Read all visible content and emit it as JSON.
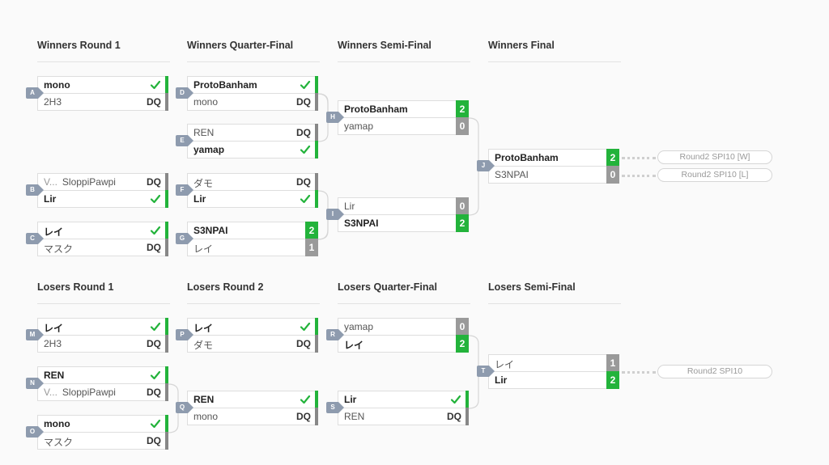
{
  "bracket": {
    "winners_rounds": [
      "Winners Round 1",
      "Winners Quarter-Final",
      "Winners Semi-Final",
      "Winners Final"
    ],
    "losers_rounds": [
      "Losers Round 1",
      "Losers Round 2",
      "Losers Quarter-Final",
      "Losers Semi-Final"
    ],
    "winners_matches": [
      {
        "id": "A",
        "p1": {
          "name": "mono",
          "result": "check",
          "win": true
        },
        "p2": {
          "name": "2H3",
          "result": "DQ",
          "win": false
        }
      },
      {
        "id": "D",
        "p1": {
          "name": "ProtoBanham",
          "result": "check",
          "win": true
        },
        "p2": {
          "name": "mono",
          "result": "DQ",
          "win": false
        }
      },
      {
        "id": "E",
        "p1": {
          "name": "REN",
          "result": "DQ",
          "win": false
        },
        "p2": {
          "name": "yamap",
          "result": "check",
          "win": true
        }
      },
      {
        "id": "B",
        "p1": {
          "prefix": "V...",
          "name": "SloppiPawpi",
          "result": "DQ",
          "win": false
        },
        "p2": {
          "name": "Lir",
          "result": "check",
          "win": true
        }
      },
      {
        "id": "F",
        "p1": {
          "name": "ダモ",
          "result": "DQ",
          "win": false
        },
        "p2": {
          "name": "Lir",
          "result": "check",
          "win": true
        }
      },
      {
        "id": "C",
        "p1": {
          "name": "レイ",
          "result": "check",
          "win": true
        },
        "p2": {
          "name": "マスク",
          "result": "DQ",
          "win": false
        }
      },
      {
        "id": "G",
        "p1": {
          "name": "S3NPAI",
          "result": "2",
          "win": true
        },
        "p2": {
          "name": "レイ",
          "result": "1",
          "win": false
        }
      },
      {
        "id": "H",
        "p1": {
          "name": "ProtoBanham",
          "result": "2",
          "win": true
        },
        "p2": {
          "name": "yamap",
          "result": "0",
          "win": false
        }
      },
      {
        "id": "I",
        "p1": {
          "name": "Lir",
          "result": "0",
          "win": false
        },
        "p2": {
          "name": "S3NPAI",
          "result": "2",
          "win": true
        }
      },
      {
        "id": "J",
        "p1": {
          "name": "ProtoBanham",
          "result": "2",
          "win": true
        },
        "p2": {
          "name": "S3NPAI",
          "result": "0",
          "win": false
        }
      }
    ],
    "losers_matches": [
      {
        "id": "M",
        "p1": {
          "name": "レイ",
          "result": "check",
          "win": true
        },
        "p2": {
          "name": "2H3",
          "result": "DQ",
          "win": false
        }
      },
      {
        "id": "P",
        "p1": {
          "name": "レイ",
          "result": "check",
          "win": true
        },
        "p2": {
          "name": "ダモ",
          "result": "DQ",
          "win": false
        }
      },
      {
        "id": "N",
        "p1": {
          "name": "REN",
          "result": "check",
          "win": true
        },
        "p2": {
          "prefix": "V...",
          "name": "SloppiPawpi",
          "result": "DQ",
          "win": false
        }
      },
      {
        "id": "Q",
        "p1": {
          "name": "REN",
          "result": "check",
          "win": true
        },
        "p2": {
          "name": "mono",
          "result": "DQ",
          "win": false
        }
      },
      {
        "id": "O",
        "p1": {
          "name": "mono",
          "result": "check",
          "win": true
        },
        "p2": {
          "name": "マスク",
          "result": "DQ",
          "win": false
        }
      },
      {
        "id": "R",
        "p1": {
          "name": "yamap",
          "result": "0",
          "win": false
        },
        "p2": {
          "name": "レイ",
          "result": "2",
          "win": true
        }
      },
      {
        "id": "S",
        "p1": {
          "name": "Lir",
          "result": "check",
          "win": true
        },
        "p2": {
          "name": "REN",
          "result": "DQ",
          "win": false
        }
      },
      {
        "id": "T",
        "p1": {
          "name": "レイ",
          "result": "1",
          "win": false
        },
        "p2": {
          "name": "Lir",
          "result": "2",
          "win": true
        }
      }
    ],
    "future_slots": [
      "Round2 SPI10 [W]",
      "Round2 SPI10 [L]",
      "Round2 SPI10"
    ],
    "colors": {
      "win": "#23b33b",
      "lose": "#9a9a9a",
      "label": "#8e9bae",
      "line": "#d6d6d6"
    }
  }
}
